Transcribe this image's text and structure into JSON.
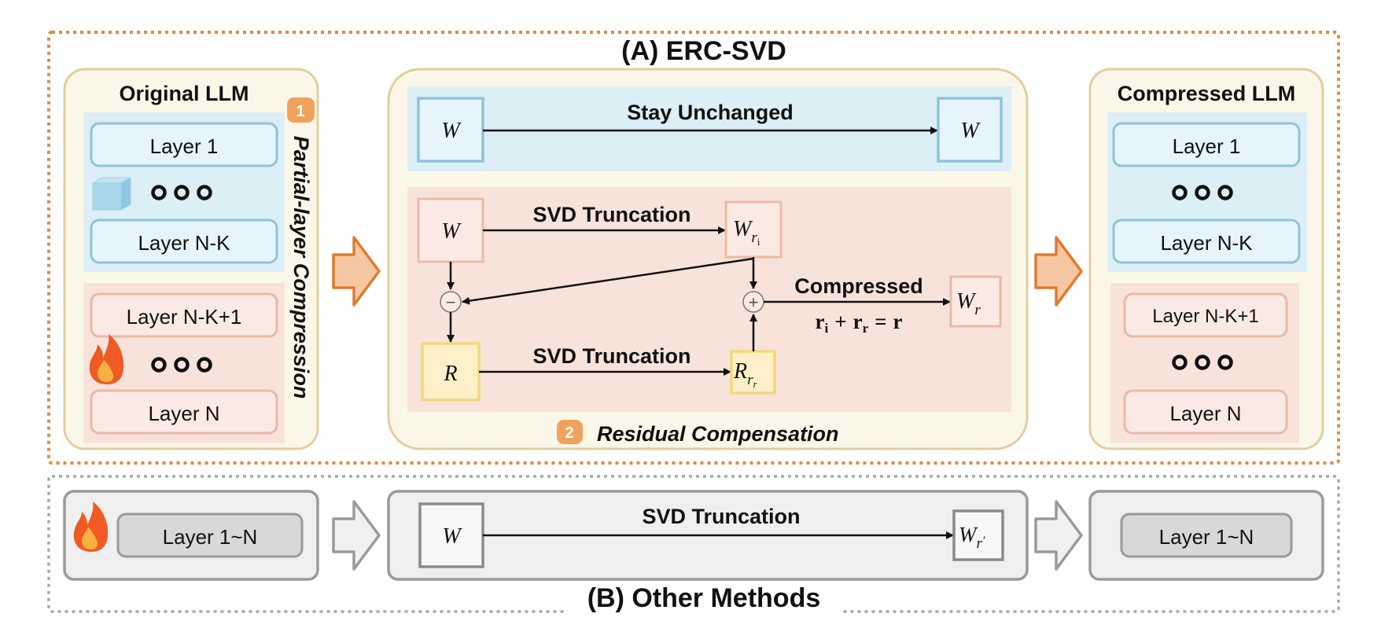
{
  "sections": {
    "a_title": "(A) ERC-SVD",
    "b_title": "(B) Other Methods"
  },
  "original_llm": {
    "title": "Original LLM",
    "layers": [
      "Layer 1",
      "Layer N-K",
      "Layer N-K+1",
      "Layer N"
    ]
  },
  "partial_layer": {
    "badge": "1",
    "label": "Partial-layer Compression"
  },
  "erc_block": {
    "stay_unchanged": "Stay Unchanged",
    "svd_truncation_1": "SVD Truncation",
    "svd_truncation_2": "SVD Truncation",
    "compressed_label": "Compressed",
    "w": "W",
    "r": "R",
    "w_ri_base": "W",
    "w_ri_sub": "r",
    "w_ri_subsub": "i",
    "r_rr_base": "R",
    "r_rr_sub": "r",
    "r_rr_subsub": "r",
    "w_r_base": "W",
    "w_r_sub": "r",
    "eq_ri": "r",
    "eq_ri_sub": "i",
    "eq_plus": "+",
    "eq_rr": "r",
    "eq_rr_sub": "r",
    "eq_equals": "=",
    "eq_r": "r",
    "minus": "−",
    "plus": "+"
  },
  "residual": {
    "badge": "2",
    "label": "Residual Compensation"
  },
  "compressed_llm": {
    "title": "Compressed LLM",
    "layers": [
      "Layer 1",
      "Layer N-K",
      "Layer N-K+1",
      "Layer N"
    ]
  },
  "other_methods": {
    "layer_range": "Layer 1~N",
    "svd_truncation": "SVD Truncation",
    "w": "W",
    "w_rp_base": "W",
    "w_rp_sub": "r",
    "w_rp_prime": "′",
    "out_layer_range": "Layer 1~N"
  },
  "icons": {
    "frozen": "ice-cube-icon",
    "trainable": "fire-icon"
  },
  "colors": {
    "orange_dash": "#e07b2e",
    "gray_dash": "#a9a9a9",
    "panel_bg": "#fbf7e8",
    "panel_border": "#e0cf9e",
    "blue_fill": "#dceef6",
    "blue_border": "#8fc3da",
    "pink_fill": "#f8e3da",
    "pink_border": "#ecb9a7",
    "yellow_fill": "#fdf0c8",
    "yellow_border": "#f2d77c",
    "arrow_orange": "#f6c7a3",
    "arrow_orange_border": "#e07b2e",
    "badge_orange": "#f0a25c",
    "gray_fill": "#efefef",
    "gray_border": "#9a9a9a",
    "gray_layer": "#d8d8d8"
  }
}
